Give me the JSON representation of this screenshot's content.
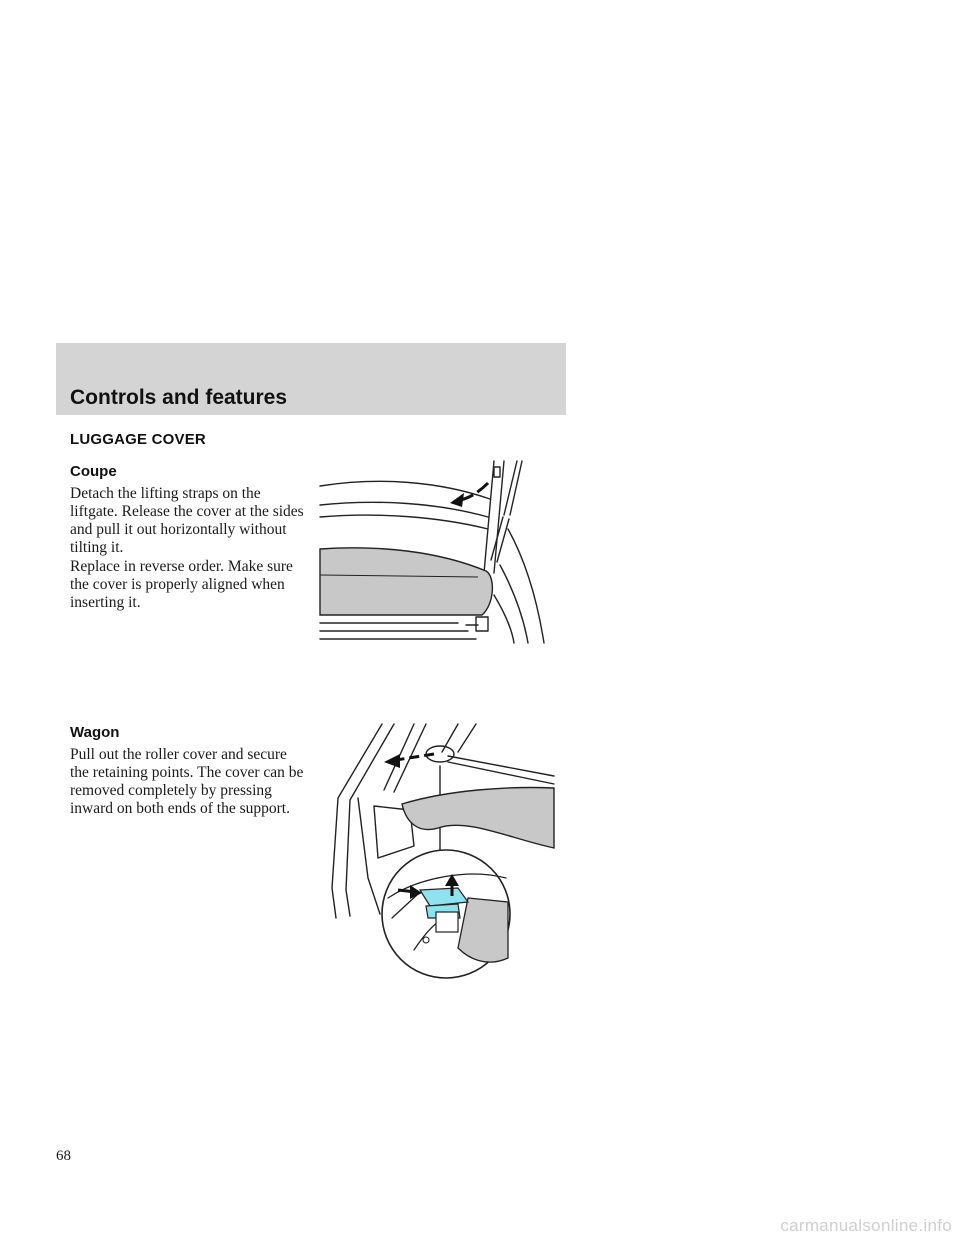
{
  "header": {
    "section_title": "Controls and features"
  },
  "luggage_cover": {
    "heading": "LUGGAGE COVER",
    "coupe": {
      "heading": "Coupe",
      "paragraphs": [
        "Detach the lifting straps on the liftgate. Release the cover at the sides and pull it out horizontally without tilting it.",
        "Replace in reverse order. Make sure the cover is properly aligned when inserting it."
      ]
    },
    "wagon": {
      "heading": "Wagon",
      "paragraphs": [
        "Pull out the roller cover and secure the retaining points. The cover can be removed completely by pressing inward on both ends of the support."
      ]
    }
  },
  "footer": {
    "page_number": "68",
    "watermark": "carmanualsonline.info"
  },
  "colors": {
    "header_band": "#d4d4d4",
    "cover_fill": "#c8c8c8",
    "clip_highlight": "#8fe3ef"
  }
}
